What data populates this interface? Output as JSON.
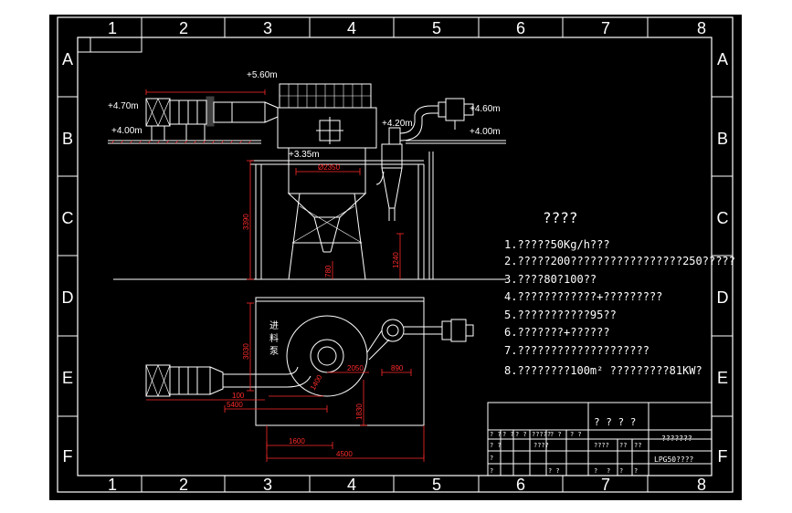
{
  "drawing": {
    "columns": [
      "1",
      "2",
      "3",
      "4",
      "5",
      "6",
      "7",
      "8"
    ],
    "rows": [
      "A",
      "B",
      "C",
      "D",
      "E",
      "F"
    ],
    "elevations": {
      "e560": "+5.60m",
      "e470": "+4.70m",
      "e400_left": "+4.00m",
      "e460": "+4.60m",
      "e400_right": "+4.00m",
      "e420": "+4.20m",
      "e335": "+3.35m"
    },
    "dimensions": {
      "d2350": "Ø2350",
      "d3390": "3390",
      "d1240": "1240",
      "d780": "780",
      "d3030": "3030",
      "d2050": "2050",
      "d890": "890",
      "d1830": "1830",
      "d1600": "1600",
      "d4500": "4500",
      "d5400": "5400",
      "d1400": "1400",
      "d100": "100"
    },
    "inlet_label": [
      "进",
      "料",
      "泵"
    ]
  },
  "notes": {
    "title": "????",
    "lines": [
      "1.?????50Kg/h???",
      "2.?????200?????????????????250?????",
      "3.????80?100??",
      "4.????????????+?????????",
      "5.???????????95??",
      "6.???????+??????",
      "7.????????????????????",
      "8.????????100m² ?????????81KW?"
    ]
  },
  "title_block": {
    "name": "? ? ? ?",
    "org": "???????",
    "code": "LPG50????",
    "cells": [
      "? ?",
      "? ?",
      "? ?",
      "?????",
      "? ?",
      "? ?",
      "????",
      "? ?",
      "????",
      "??",
      "??",
      "?",
      "?",
      "? ?",
      "?",
      "?",
      "?",
      "?"
    ]
  },
  "colors": {
    "background": "#000000",
    "line": "#ffffff",
    "dimension": "#ff2a2a",
    "cyan": "#00ffff",
    "yellow": "#ffff00"
  }
}
